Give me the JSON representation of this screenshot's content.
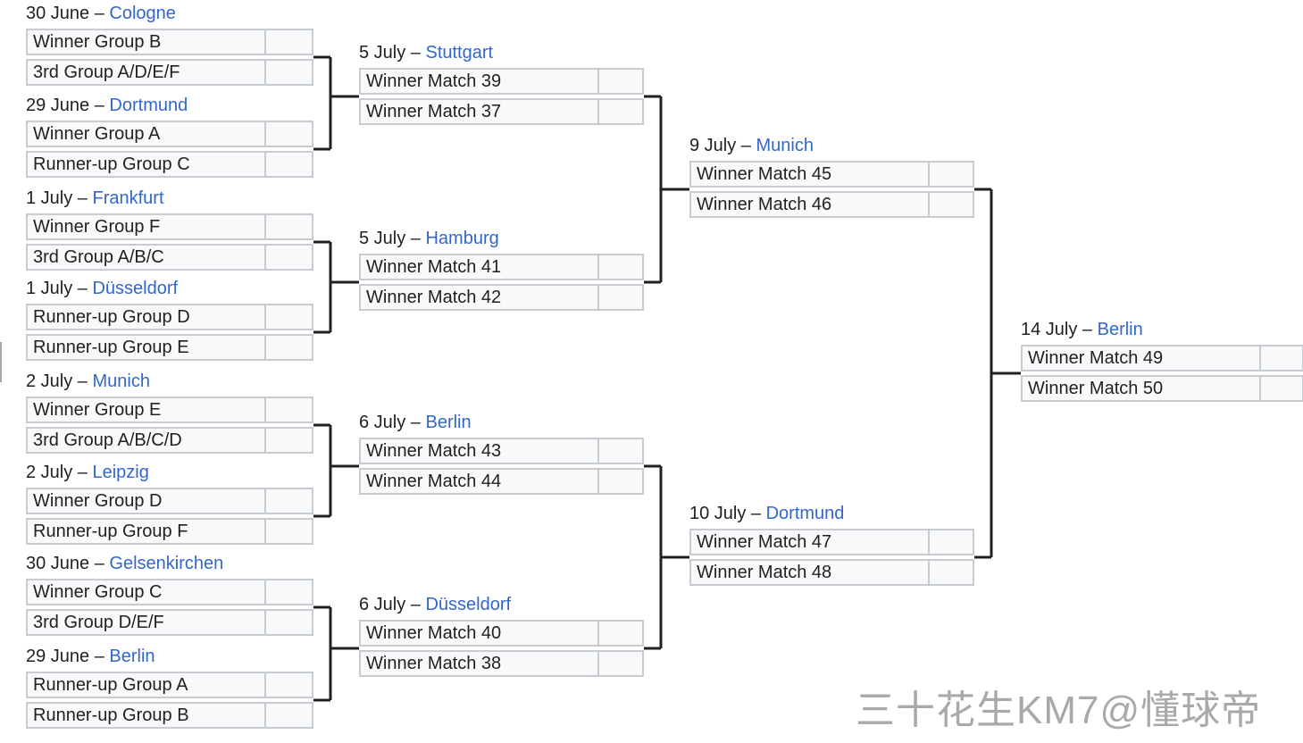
{
  "bracket": {
    "rounds": [
      {
        "round": "round-of-16",
        "matches": [
          {
            "date": "30 June",
            "venue": "Cologne",
            "teams": [
              "Winner Group B",
              "3rd Group A/D/E/F"
            ]
          },
          {
            "date": "29 June",
            "venue": "Dortmund",
            "teams": [
              "Winner Group A",
              "Runner-up Group C"
            ]
          },
          {
            "date": "1 July",
            "venue": "Frankfurt",
            "teams": [
              "Winner Group F",
              "3rd Group A/B/C"
            ]
          },
          {
            "date": "1 July",
            "venue": "Düsseldorf",
            "teams": [
              "Runner-up Group D",
              "Runner-up Group E"
            ]
          },
          {
            "date": "2 July",
            "venue": "Munich",
            "teams": [
              "Winner Group E",
              "3rd Group A/B/C/D"
            ]
          },
          {
            "date": "2 July",
            "venue": "Leipzig",
            "teams": [
              "Winner Group D",
              "Runner-up Group F"
            ]
          },
          {
            "date": "30 June",
            "venue": "Gelsenkirchen",
            "teams": [
              "Winner Group C",
              "3rd Group D/E/F"
            ]
          },
          {
            "date": "29 June",
            "venue": "Berlin",
            "teams": [
              "Runner-up Group A",
              "Runner-up Group B"
            ]
          }
        ]
      },
      {
        "round": "quarter-finals",
        "matches": [
          {
            "date": "5 July",
            "venue": "Stuttgart",
            "teams": [
              "Winner Match 39",
              "Winner Match 37"
            ]
          },
          {
            "date": "5 July",
            "venue": "Hamburg",
            "teams": [
              "Winner Match 41",
              "Winner Match 42"
            ]
          },
          {
            "date": "6 July",
            "venue": "Berlin",
            "teams": [
              "Winner Match 43",
              "Winner Match 44"
            ]
          },
          {
            "date": "6 July",
            "venue": "Düsseldorf",
            "teams": [
              "Winner Match 40",
              "Winner Match 38"
            ]
          }
        ]
      },
      {
        "round": "semi-finals",
        "matches": [
          {
            "date": "9 July",
            "venue": "Munich",
            "teams": [
              "Winner Match 45",
              "Winner Match 46"
            ]
          },
          {
            "date": "10 July",
            "venue": "Dortmund",
            "teams": [
              "Winner Match 47",
              "Winner Match 48"
            ]
          }
        ]
      },
      {
        "round": "final",
        "matches": [
          {
            "date": "14 July",
            "venue": "Berlin",
            "teams": [
              "Winner Match 49",
              "Winner Match 50"
            ]
          }
        ]
      }
    ],
    "date_separator": " – ",
    "colors": {
      "venue_link": "#3366cc",
      "border": "#c8ccd1",
      "cell_bg": "#f8f9fa",
      "connector": "#202122"
    }
  },
  "watermark": {
    "text": "三十花生KM7@懂球帝"
  }
}
